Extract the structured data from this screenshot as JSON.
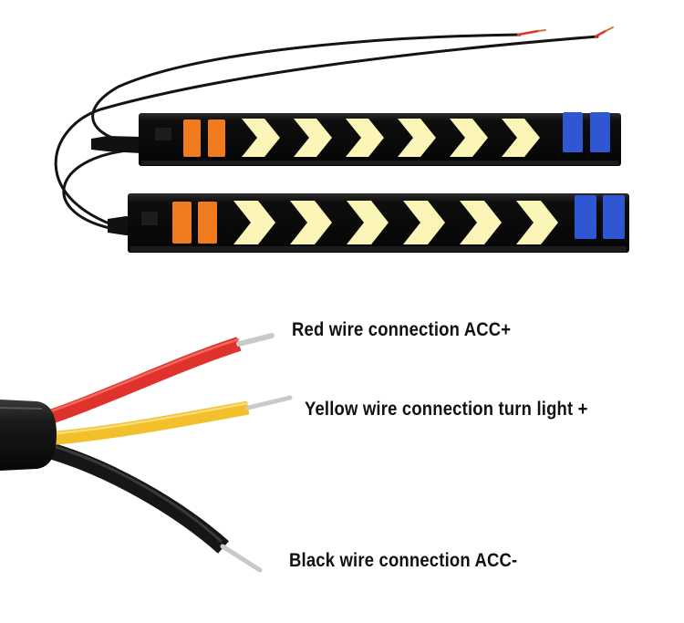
{
  "labels": {
    "red": "Red wire connection ACC+",
    "yellow": "Yellow wire connection turn light +",
    "black": "Black wire connection ACC-"
  },
  "colors": {
    "background": "#ffffff",
    "strip_body": "#0b0b0b",
    "orange_led": "#f07a1e",
    "yellow_led": "#fbf6b8",
    "blue_led": "#2f57d4",
    "red_wire": "#e0322c",
    "yellow_wire": "#f2c02a",
    "black_wire": "#161616",
    "copper": "#c8743a",
    "tinned_strand": "#c9c9c9"
  }
}
